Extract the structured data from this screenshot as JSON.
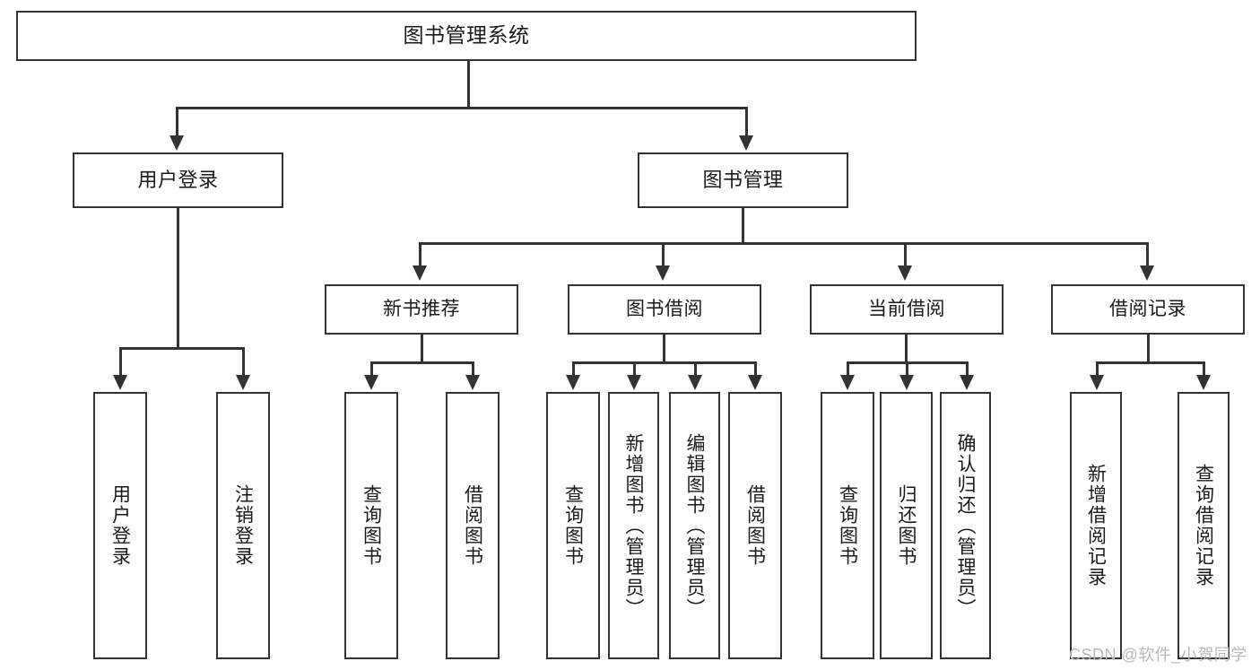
{
  "diagram": {
    "type": "tree-hierarchy-chart",
    "title": "图书管理系统",
    "orientation": "top-down",
    "line_color": "#333333",
    "box_fill": "#ffffff",
    "text_color": "#1a1a1a"
  },
  "nodes": {
    "root": {
      "label": "图书管理系统"
    },
    "level2": [
      {
        "id": "user-login",
        "label": "用户登录"
      },
      {
        "id": "book-manage",
        "label": "图书管理"
      }
    ],
    "level3": [
      {
        "id": "new-book-recommend",
        "label": "新书推荐"
      },
      {
        "id": "book-borrow",
        "label": "图书借阅"
      },
      {
        "id": "current-borrow",
        "label": "当前借阅"
      },
      {
        "id": "borrow-record",
        "label": "借阅记录"
      }
    ],
    "leaves": {
      "user_login": [
        {
          "id": "leaf-user-login",
          "label": "用户登录"
        },
        {
          "id": "leaf-logout-login",
          "label": "注销登录"
        }
      ],
      "new_book_recommend": [
        {
          "id": "leaf-query-book-1",
          "label": "查询图书"
        },
        {
          "id": "leaf-borrow-book-1",
          "label": "借阅图书"
        }
      ],
      "book_borrow": [
        {
          "id": "leaf-query-book-2",
          "label": "查询图书"
        },
        {
          "id": "leaf-add-book",
          "label": "新增图书（管理员）"
        },
        {
          "id": "leaf-edit-book",
          "label": "编辑图书（管理员）"
        },
        {
          "id": "leaf-borrow-book-2",
          "label": "借阅图书"
        }
      ],
      "current_borrow": [
        {
          "id": "leaf-query-book-3",
          "label": "查询图书"
        },
        {
          "id": "leaf-return-book",
          "label": "归还图书"
        },
        {
          "id": "leaf-confirm-return",
          "label": "确认归还（管理员）"
        }
      ],
      "borrow_record": [
        {
          "id": "leaf-add-record",
          "label": "新增借阅记录"
        },
        {
          "id": "leaf-query-record",
          "label": "查询借阅记录"
        }
      ]
    }
  },
  "watermark": {
    "text": "CSDN @软件_小贺同学"
  }
}
